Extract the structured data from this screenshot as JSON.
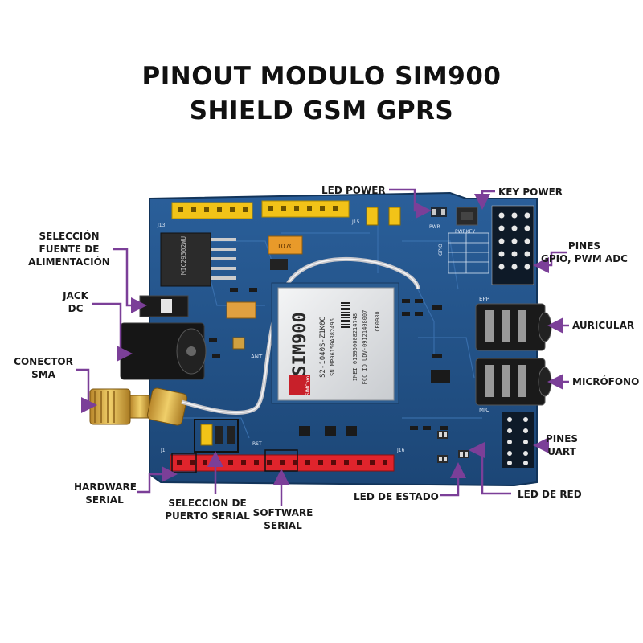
{
  "title": {
    "line1": "PINOUT MODULO SIM900",
    "line2": "SHIELD GSM GPRS"
  },
  "colors": {
    "pcb": "#1f4f86",
    "pcb_dark": "#173d69",
    "arrow": "#7b3f98",
    "header_yellow": "#f2c318",
    "header_red": "#e0242c",
    "antenna_gold": "#d4a63a",
    "module_silver": "#e6e8ea"
  },
  "labels": {
    "led_power": "LED POWER",
    "key_power": "KEY POWER",
    "seleccion_fuente": [
      "SELECCIÓN",
      "FUENTE DE",
      "ALIMENTACIÓN"
    ],
    "jack_dc": [
      "JACK",
      "DC"
    ],
    "conector_sma": [
      "CONECTOR",
      "SMA"
    ],
    "pines_gpio": [
      "PINES",
      "GPIO, PWM ADC"
    ],
    "auricular": "AURICULAR",
    "microfono": "MICRÓFONO",
    "pines_uart": [
      "PINES",
      "UART"
    ],
    "hardware_serial": [
      "HARDWARE",
      "SERIAL"
    ],
    "seleccion_puerto": [
      "SELECCION DE",
      "PUERTO SERIAL"
    ],
    "software_serial": [
      "SOFTWARE",
      "SERIAL"
    ],
    "led_estado": "LED DE ESTADO",
    "led_red": "LED DE RED"
  },
  "board_text": {
    "chip_name": "SIM900",
    "chip_model": "S2-1040S-Z1K0C",
    "chip_sn": "SN MP06150A882496",
    "chip_imei": "IMEI 013950008214748",
    "chip_fcc": "FCC ID UDV-09121408007",
    "chip_ce": "CE0980",
    "chip_brand": "SIMCom",
    "cap_label": "107C",
    "reg_label": "MIC29302WU",
    "ant_label": "ANT",
    "pwr_label": "PWR",
    "pwrkey_label": "PWRKEY",
    "gpio_label": "GPIO",
    "epp_label": "EPP",
    "mic_label": "MIC",
    "rst_label": "RST",
    "j1_label": "J1",
    "j13_label": "J13",
    "j15_label": "J15",
    "j16_label": "J16"
  }
}
